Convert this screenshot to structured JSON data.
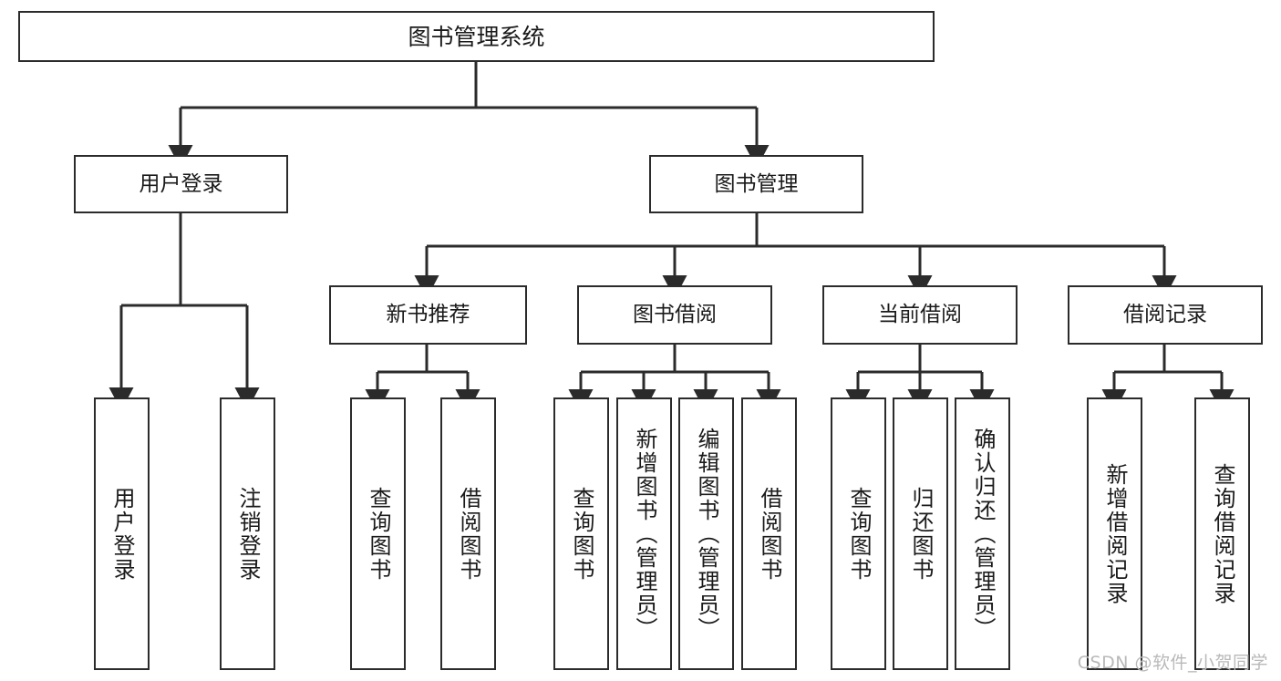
{
  "diagram": {
    "title": "图书管理系统",
    "type": "tree",
    "root": {
      "label": "图书管理系统"
    },
    "level2": [
      {
        "label": "用户登录"
      },
      {
        "label": "图书管理"
      }
    ],
    "level3": [
      {
        "label": "新书推荐"
      },
      {
        "label": "图书借阅"
      },
      {
        "label": "当前借阅"
      },
      {
        "label": "借阅记录"
      }
    ],
    "leaves": {
      "user_login": [
        {
          "label": "用户登录"
        },
        {
          "label": "注销登录"
        }
      ],
      "new_book_recommend": [
        {
          "label": "查询图书"
        },
        {
          "label": "借阅图书"
        }
      ],
      "book_borrow": [
        {
          "label": "查询图书"
        },
        {
          "label": "新增图书（管理员）"
        },
        {
          "label": "编辑图书（管理员）"
        },
        {
          "label": "借阅图书"
        }
      ],
      "current_borrow": [
        {
          "label": "查询图书"
        },
        {
          "label": "归还图书"
        },
        {
          "label": "确认归还（管理员）"
        }
      ],
      "borrow_record": [
        {
          "label": "新增借阅记录"
        },
        {
          "label": "查询借阅记录"
        }
      ]
    },
    "colors": {
      "border": "#2b2b2b",
      "background": "#ffffff",
      "text": "#1a1a1a",
      "watermark": "#b9b9b9"
    }
  },
  "watermark": {
    "text": "CSDN @软件_小贺同学"
  }
}
